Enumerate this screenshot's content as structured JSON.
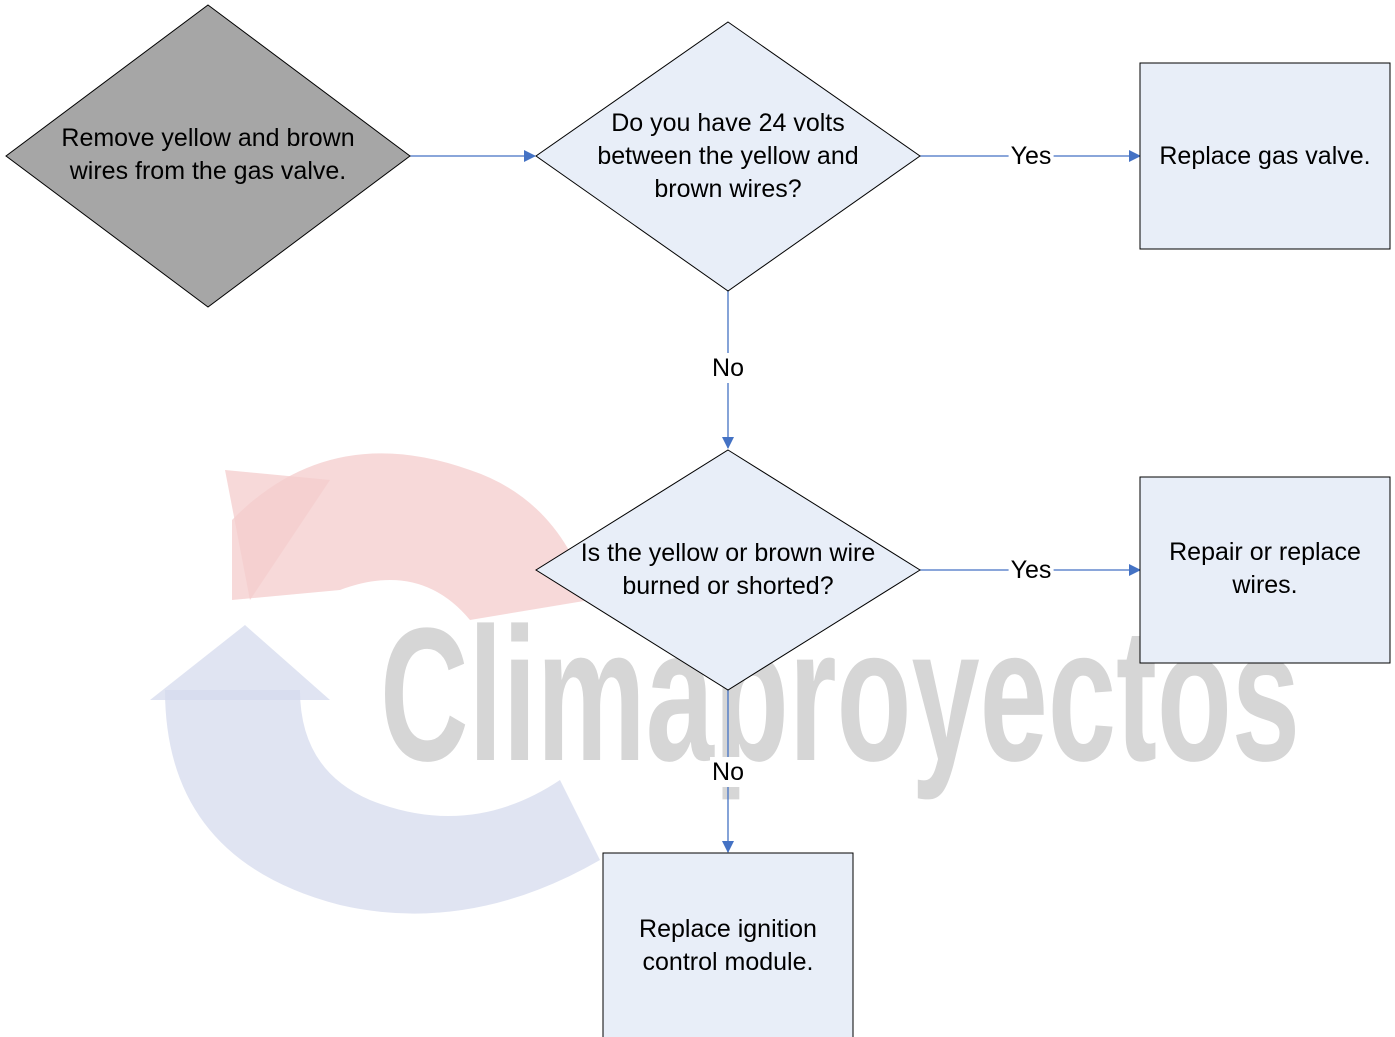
{
  "watermark": {
    "text": "Climaproyectos",
    "text_color": "#d6d6d6",
    "arrow_top_color": "#f4cccc",
    "arrow_bottom_color": "#d5dbee"
  },
  "colors": {
    "start_fill": "#a6a6a6",
    "node_fill": "#e8eef8",
    "node_stroke": "#000000",
    "edge_color": "#4472c4"
  },
  "nodes": {
    "start": {
      "text": "Remove yellow and brown wires from the gas valve."
    },
    "question1": {
      "text": "Do you have 24 volts between the yellow and brown wires?"
    },
    "replace_gas_valve": {
      "text": "Replace gas valve."
    },
    "question2": {
      "text": "Is the yellow or brown wire burned or shorted?"
    },
    "repair_wires": {
      "text": "Repair or replace wires."
    },
    "replace_module": {
      "text": "Replace ignition control module."
    }
  },
  "edges": {
    "q1_yes": "Yes",
    "q1_no": "No",
    "q2_yes": "Yes",
    "q2_no": "No"
  }
}
